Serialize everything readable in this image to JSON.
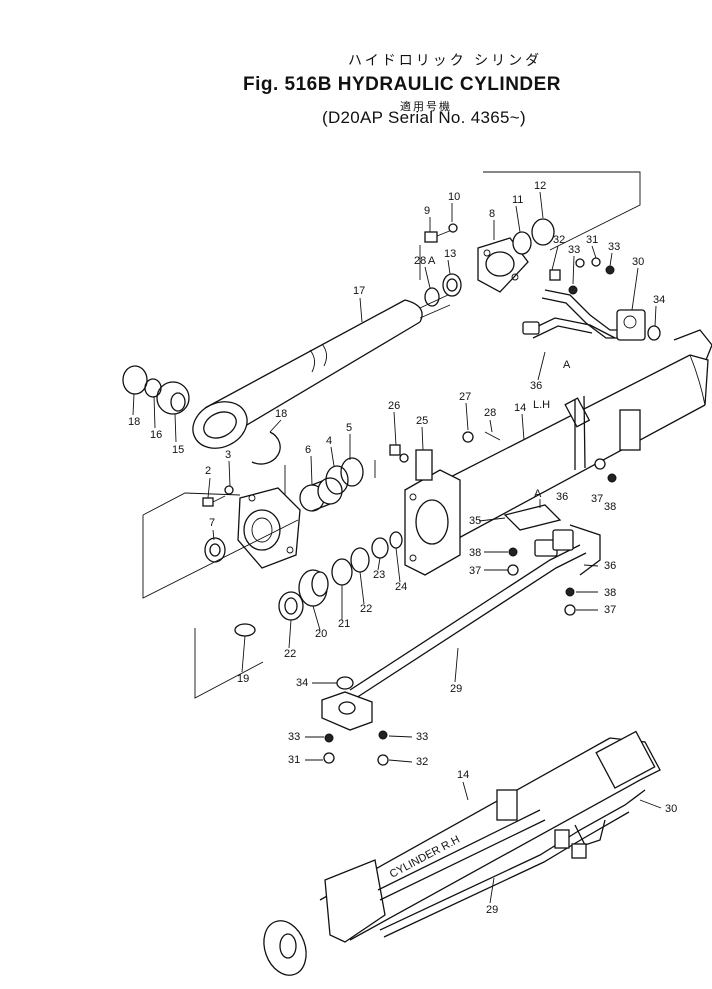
{
  "header": {
    "japanese_title": "ハイドロリック シリンダ",
    "figure_title": "Fig. 516B  HYDRAULIC CYLINDER",
    "japanese_applicable": "適用号機",
    "applicability": "(D20AP Serial No. 4365~)"
  },
  "callouts": {
    "c2": "2",
    "c3": "3",
    "c4": "4",
    "c5": "5",
    "c6": "6",
    "c7": "7",
    "c8": "8",
    "c9": "9",
    "c10": "10",
    "c11": "11",
    "c12": "12",
    "c13": "13",
    "c14a": "14",
    "c14b": "14",
    "c15": "15",
    "c16": "16",
    "c17": "17",
    "c18a": "18",
    "c18b": "18",
    "c19": "19",
    "c20": "20",
    "c21": "21",
    "c22a": "22",
    "c22b": "22",
    "c23": "23",
    "c24": "24",
    "c25": "25",
    "c26": "26",
    "c27": "27",
    "c28": "28",
    "c28a": "28",
    "c29a": "29",
    "c29b": "29",
    "c30a": "30",
    "c30b": "30",
    "c31a": "31",
    "c31b": "31",
    "c32a": "32",
    "c32b": "32",
    "c33a": "33",
    "c33b": "33",
    "c33c": "33",
    "c33d": "33",
    "c34a": "34",
    "c34b": "34",
    "c35": "35",
    "c36a": "36",
    "c36b": "36",
    "c36c": "36",
    "c37a": "37",
    "c37b": "37",
    "c37c": "37",
    "c38a": "38",
    "c38b": "38",
    "c38c": "38",
    "sideA1": "A",
    "sideA2": "A",
    "sideA3": "A",
    "lh": "L.H",
    "rh_label": "CYLINDER R.H"
  }
}
